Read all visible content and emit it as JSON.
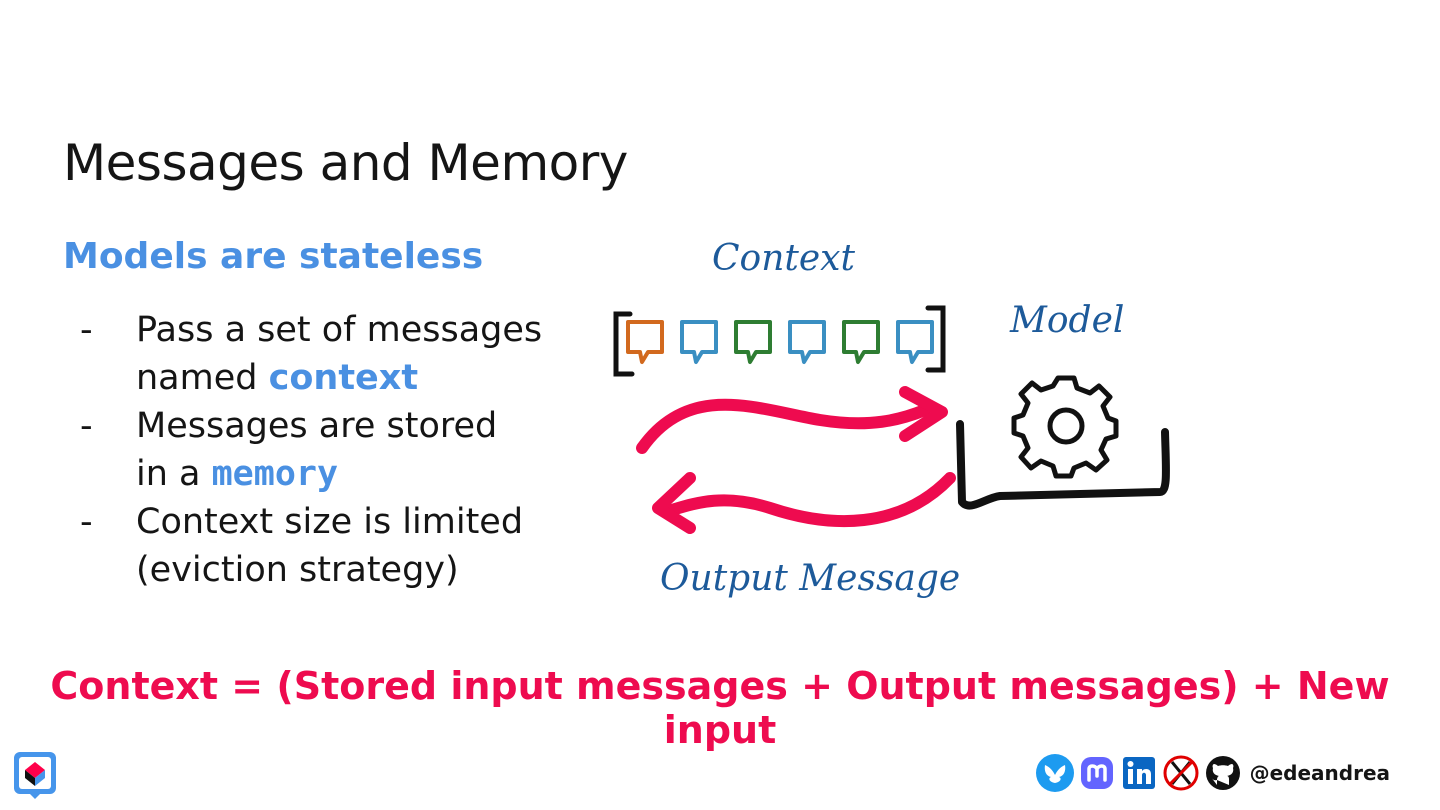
{
  "title": "Messages and Memory",
  "subtitle": "Models are stateless",
  "bullets": {
    "dash": "-",
    "b1_text": "Pass a set of messages",
    "b1_prefix": "named ",
    "b1_highlight": "context",
    "b2_text": "Messages are stored",
    "b2_prefix": "in a ",
    "b2_highlight": "memory",
    "b3_text": "Context size is limited",
    "b3_line2": "(eviction strategy)"
  },
  "diagram": {
    "context_label": "Context",
    "model_label": "Model",
    "output_label": "Output Message",
    "message_colors": [
      "#d2691e",
      "#3a8fc2",
      "#2e7d32",
      "#3a8fc2",
      "#2e7d32",
      "#3a8fc2"
    ],
    "arrow_color": "#ee0b4f"
  },
  "formula": "Context = (Stored input messages + Output messages) + New input",
  "footer": {
    "handle": "@edeandrea",
    "icons": [
      "bluesky-icon",
      "mastodon-icon",
      "linkedin-icon",
      "x-icon",
      "github-icon"
    ]
  }
}
